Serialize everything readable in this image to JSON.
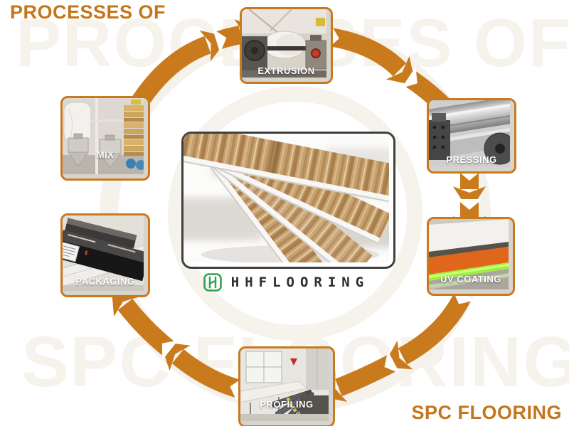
{
  "header": {
    "title": "PROCESSES OF"
  },
  "footer": {
    "title": "SPC FLOORING"
  },
  "watermark": {
    "top": "PROCESSES OF",
    "bottom": "SPC FLOORING"
  },
  "brand": {
    "name": "HHFLOORING",
    "logo_icon": "hh-knot-icon",
    "logo_color": "#2ea44f",
    "text_color": "#2d2d2d"
  },
  "colors": {
    "accent_orange": "#c4761b",
    "arrow_orange": "#c97a1c",
    "label_white": "#ffffff",
    "center_border": "#3f3f3f"
  },
  "steps": [
    {
      "id": "mix",
      "label": "MIX"
    },
    {
      "id": "extrusion",
      "label": "EXTRUSION"
    },
    {
      "id": "pressing",
      "label": "PRESSING"
    },
    {
      "id": "uv-coating",
      "label": "UV COATING"
    },
    {
      "id": "profiling",
      "label": "PROFILING"
    },
    {
      "id": "packaging",
      "label": "PACKAGING"
    }
  ],
  "flow": {
    "direction": "clockwise",
    "order": [
      "MIX",
      "EXTRUSION",
      "PRESSING",
      "UV COATING",
      "PROFILING",
      "PACKAGING"
    ]
  }
}
